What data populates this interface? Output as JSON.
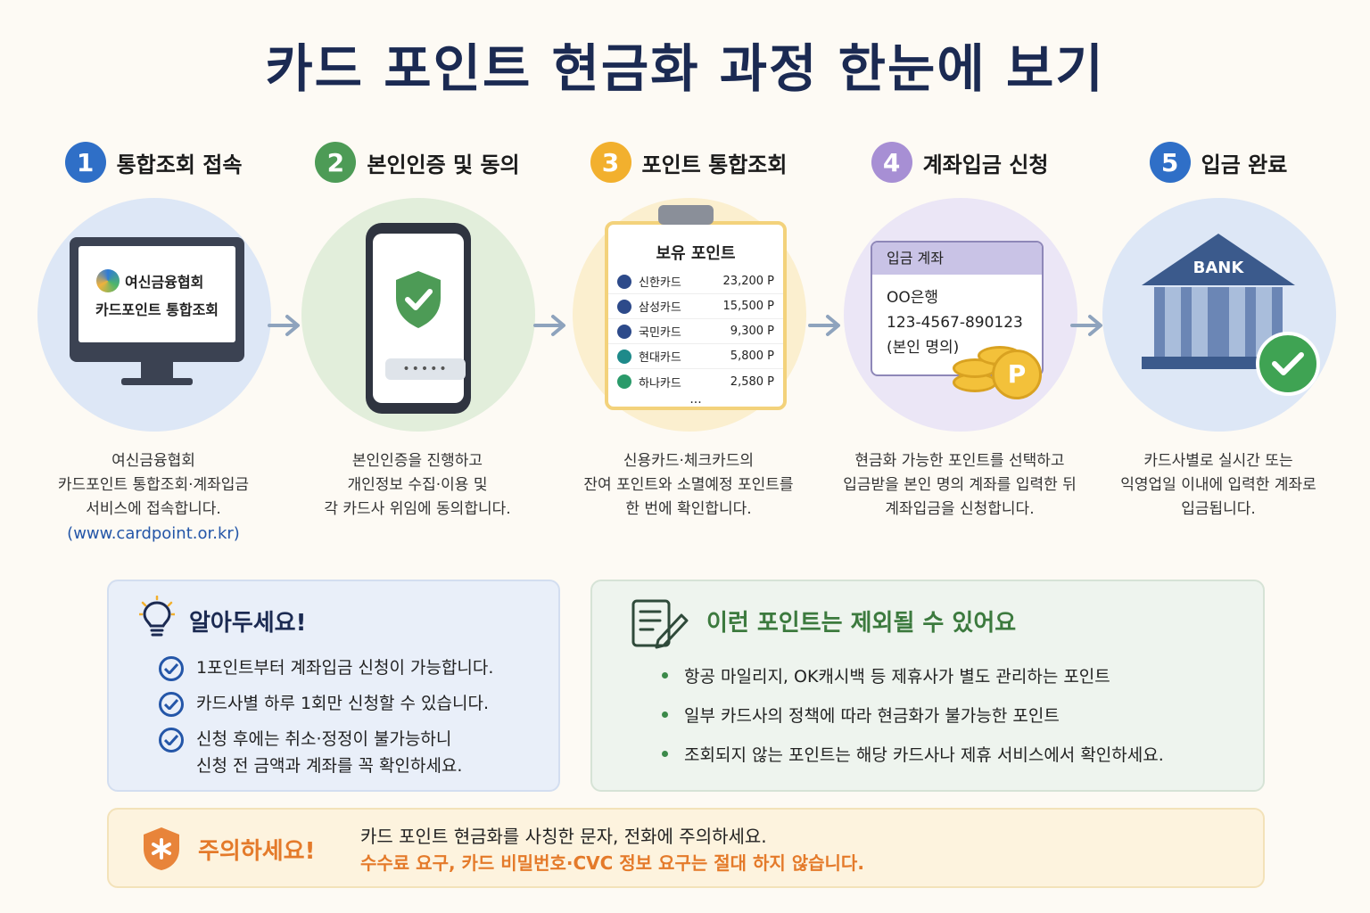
{
  "title": "카드 포인트 현금화 과정 한눈에 보기",
  "colors": {
    "step1": "#2f6fc7",
    "step2": "#4d9b56",
    "step3": "#f2b02e",
    "step4": "#a78fd4",
    "step5": "#2f6fc7",
    "warning": "#e47a2a"
  },
  "steps": [
    {
      "num": "1",
      "title": "통합조회 접속",
      "desc": [
        "여신금융협회",
        "카드포인트 통합조회·계좌입금",
        "서비스에 접속합니다."
      ],
      "link": "(www.cardpoint.or.kr)",
      "monitor": {
        "line1": "여신금융협회",
        "line2": "카드포인트 통합조회"
      }
    },
    {
      "num": "2",
      "title": "본인인증 및 동의",
      "desc": [
        "본인인증을 진행하고",
        "개인정보 수집·이용 및",
        "각 카드사 위임에 동의합니다."
      ],
      "pin": "•••••"
    },
    {
      "num": "3",
      "title": "포인트 통합조회",
      "desc": [
        "신용카드·체크카드의",
        "잔여 포인트와 소멸예정 포인트를",
        "한 번에 확인합니다."
      ],
      "clipboard": {
        "title": "보유 포인트",
        "rows": [
          {
            "name": "신한카드",
            "value": "23,200 P"
          },
          {
            "name": "삼성카드",
            "value": "15,500 P"
          },
          {
            "name": "국민카드",
            "value": "9,300 P"
          },
          {
            "name": "현대카드",
            "value": "5,800 P"
          },
          {
            "name": "하나카드",
            "value": "2,580 P"
          }
        ],
        "more": "..."
      }
    },
    {
      "num": "4",
      "title": "계좌입금 신청",
      "desc": [
        "현금화 가능한 포인트를 선택하고",
        "입금받을 본인 명의 계좌를 입력한 뒤",
        "계좌입금을 신청합니다."
      ],
      "account": {
        "header": "입금 계좌",
        "bank": "OO은행",
        "number": "123-4567-890123",
        "owner": "(본인 명의)",
        "coin": "P"
      }
    },
    {
      "num": "5",
      "title": "입금 완료",
      "desc": [
        "카드사별로 실시간 또는",
        "익영업일 이내에 입력한 계좌로",
        "입금됩니다."
      ],
      "bank_label": "BANK"
    }
  ],
  "tips": {
    "title": "알아두세요!",
    "items": [
      [
        "1포인트부터 계좌입금 신청이 가능합니다."
      ],
      [
        "카드사별 하루 1회만 신청할 수 있습니다."
      ],
      [
        "신청 후에는 취소·정정이 불가능하니",
        "신청 전 금액과 계좌를 꼭 확인하세요."
      ]
    ]
  },
  "excluded": {
    "title": "이런 포인트는 제외될 수 있어요",
    "items": [
      "항공 마일리지, OK캐시백 등 제휴사가 별도 관리하는 포인트",
      "일부 카드사의 정책에 따라 현금화가 불가능한 포인트",
      "조회되지 않는 포인트는 해당 카드사나 제휴 서비스에서 확인하세요."
    ]
  },
  "warning": {
    "title": "주의하세요!",
    "line1": "카드 포인트 현금화를 사칭한 문자, 전화에 주의하세요.",
    "line2": "수수료 요구, 카드 비밀번호·CVC 정보 요구는 절대 하지 않습니다."
  }
}
